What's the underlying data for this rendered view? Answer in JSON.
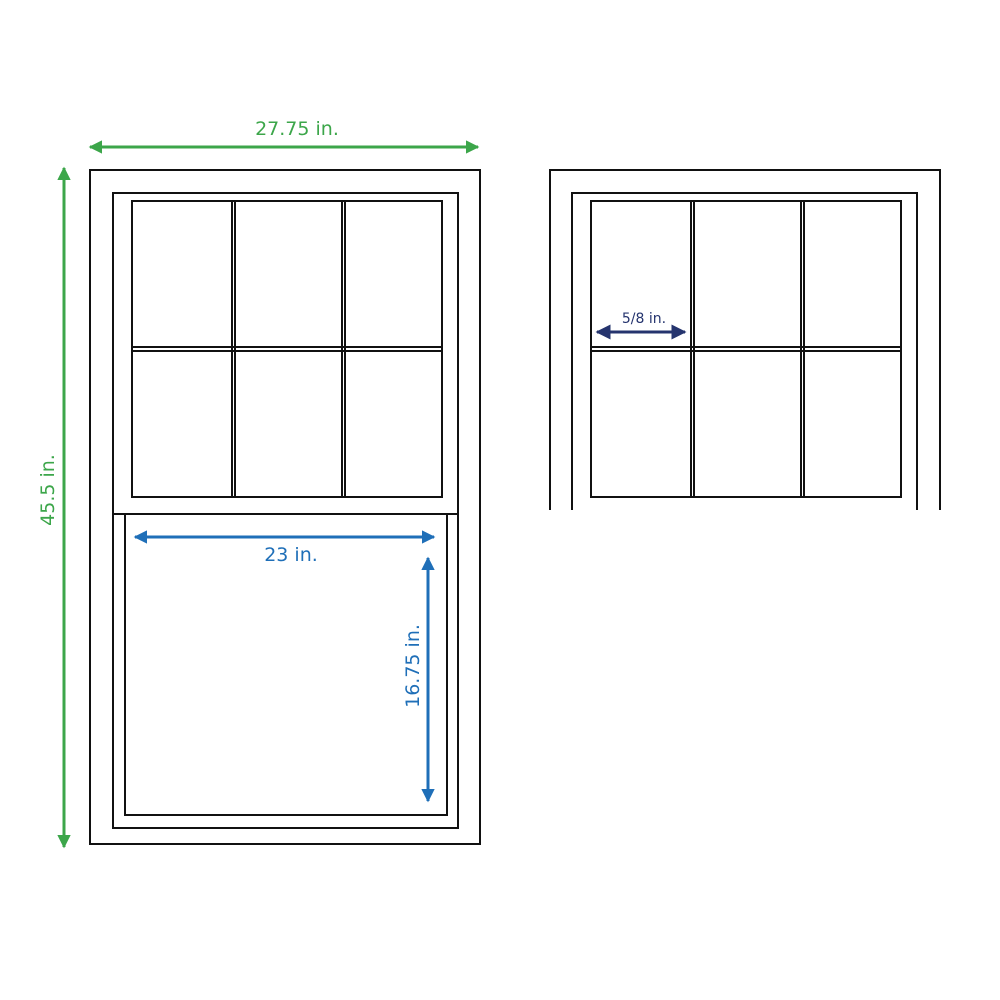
{
  "colors": {
    "overall": "#3ca64a",
    "sash": "#1f6fb8",
    "muntin": "#25346e",
    "outline": "#111111"
  },
  "dimensions": {
    "overall_width": "27.75 in.",
    "overall_height": "45.5 in.",
    "sash_width": "23 in.",
    "sash_height": "16.75 in.",
    "muntin_width": "5/8 in."
  }
}
